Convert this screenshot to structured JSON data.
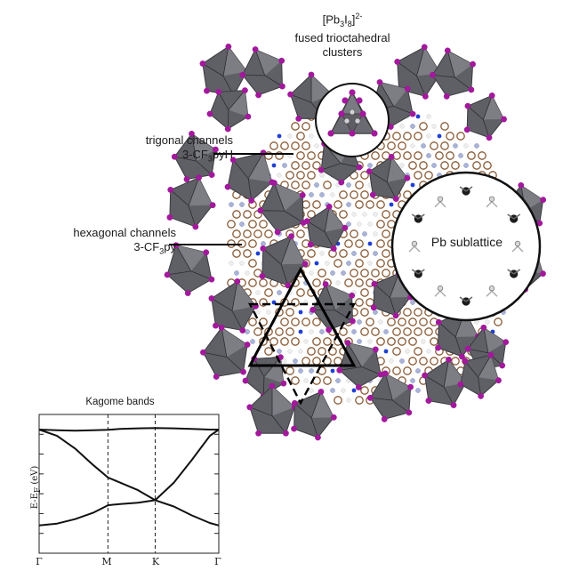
{
  "labels": {
    "cluster": {
      "pre": "[Pb",
      "s1": "3",
      "mid": "I",
      "s2": "8",
      "post": "]",
      "sup": "2-",
      "line2": "fused trioctahedral",
      "line3": "clusters"
    },
    "trigonal": {
      "line1": "trigonal channels",
      "pre": "3-CF",
      "sub": "3",
      "post": "pyH"
    },
    "hexagonal": {
      "line1": "hexagonal channels",
      "pre": "3-CF",
      "sub": "3",
      "post": "py"
    },
    "pb_sublattice": "Pb sublattice"
  },
  "colors": {
    "octahedron": "#5f5f66",
    "octahedron_light": "#8a8a92",
    "iodine": "#a2199c",
    "carbon": "#8a5a35",
    "nitrogen": "#1f3fd6",
    "fluorine": "#aab4d8",
    "hydrogen": "#eeeeee"
  },
  "chart_data": {
    "type": "line",
    "title": "Kagome bands",
    "ylabel": "E-E",
    "ylabel_sub": "F",
    "ylabel_unit": " (eV)",
    "xlabel": "",
    "k_points": [
      {
        "label": "Γ",
        "position": 0.0
      },
      {
        "label": "M",
        "position": 0.383
      },
      {
        "label": "K",
        "position": 0.646
      },
      {
        "label": "Γ",
        "position": 1.0
      }
    ],
    "grid": false,
    "series": [
      {
        "k": [
          0,
          0.1,
          0.2,
          0.3,
          0.383,
          0.45,
          0.55,
          0.646,
          0.75,
          0.85,
          0.95,
          1.0
        ],
        "E": [
          0.98,
          0.975,
          0.972,
          0.975,
          0.978,
          0.985,
          0.99,
          0.992,
          0.99,
          0.985,
          0.98,
          0.98
        ]
      },
      {
        "k": [
          0,
          0.1,
          0.2,
          0.3,
          0.383,
          0.45,
          0.55,
          0.646,
          0.75,
          0.85,
          0.95,
          1.0
        ],
        "E": [
          0.98,
          0.93,
          0.83,
          0.7,
          0.6,
          0.56,
          0.5,
          0.42,
          0.37,
          0.3,
          0.24,
          0.22
        ]
      },
      {
        "k": [
          0,
          0.1,
          0.2,
          0.3,
          0.383,
          0.45,
          0.55,
          0.646,
          0.75,
          0.85,
          0.95,
          1.0
        ],
        "E": [
          0.22,
          0.235,
          0.27,
          0.32,
          0.38,
          0.39,
          0.4,
          0.42,
          0.56,
          0.74,
          0.93,
          0.98
        ]
      }
    ],
    "ylim": [
      0,
      1.1
    ]
  }
}
